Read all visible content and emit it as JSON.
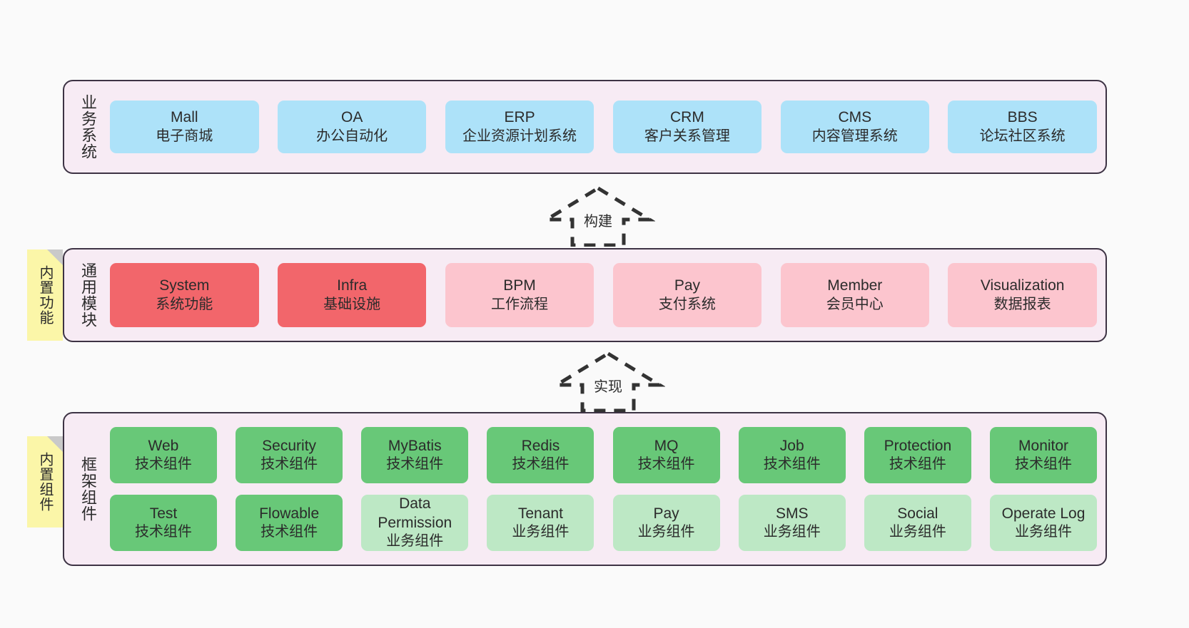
{
  "layers": {
    "business": {
      "title": "业务系统",
      "items": [
        {
          "en": "Mall",
          "cn": "电子商城"
        },
        {
          "en": "OA",
          "cn": "办公自动化"
        },
        {
          "en": "ERP",
          "cn": "企业资源计划系统"
        },
        {
          "en": "CRM",
          "cn": "客户关系管理"
        },
        {
          "en": "CMS",
          "cn": "内容管理系统"
        },
        {
          "en": "BBS",
          "cn": "论坛社区系统"
        }
      ]
    },
    "modules": {
      "title": "通用模块",
      "sticky": "内置功能",
      "items": [
        {
          "en": "System",
          "cn": "系统功能",
          "tone": "red"
        },
        {
          "en": "Infra",
          "cn": "基础设施",
          "tone": "red"
        },
        {
          "en": "BPM",
          "cn": "工作流程",
          "tone": "pink"
        },
        {
          "en": "Pay",
          "cn": "支付系统",
          "tone": "pink"
        },
        {
          "en": "Member",
          "cn": "会员中心",
          "tone": "pink"
        },
        {
          "en": "Visualization",
          "cn": "数据报表",
          "tone": "pink"
        }
      ]
    },
    "framework": {
      "title": "框架组件",
      "sticky": "内置组件",
      "row1": [
        {
          "en": "Web",
          "cn": "技术组件"
        },
        {
          "en": "Security",
          "cn": "技术组件"
        },
        {
          "en": "MyBatis",
          "cn": "技术组件"
        },
        {
          "en": "Redis",
          "cn": "技术组件"
        },
        {
          "en": "MQ",
          "cn": "技术组件"
        },
        {
          "en": "Job",
          "cn": "技术组件"
        },
        {
          "en": "Protection",
          "cn": "技术组件"
        },
        {
          "en": "Monitor",
          "cn": "技术组件"
        }
      ],
      "row2": [
        {
          "en": "Test",
          "cn": "技术组件",
          "tone": "green"
        },
        {
          "en": "Flowable",
          "cn": "技术组件",
          "tone": "green"
        },
        {
          "en": "Data Permission",
          "cn": "业务组件",
          "tone": "lightgreen"
        },
        {
          "en": "Tenant",
          "cn": "业务组件",
          "tone": "lightgreen"
        },
        {
          "en": "Pay",
          "cn": "业务组件",
          "tone": "lightgreen"
        },
        {
          "en": "SMS",
          "cn": "业务组件",
          "tone": "lightgreen"
        },
        {
          "en": "Social",
          "cn": "业务组件",
          "tone": "lightgreen"
        },
        {
          "en": "Operate Log",
          "cn": "业务组件",
          "tone": "lightgreen"
        }
      ]
    }
  },
  "arrows": {
    "build": "构建",
    "implement": "实现"
  },
  "colors": {
    "panel_bg": "#f7ebf4",
    "panel_border": "#3d3344",
    "blue": "#ade2f9",
    "red": "#f2666b",
    "pink": "#fcc5ce",
    "green": "#68c878",
    "light_green": "#bde8c5",
    "sticky_yellow": "#fbf6a8",
    "canvas_bg": "#fafafa"
  }
}
